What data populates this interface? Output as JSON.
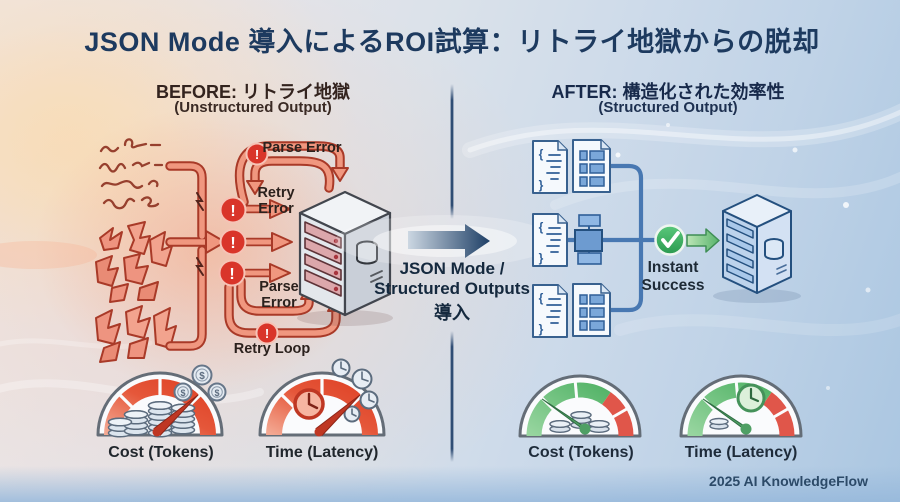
{
  "title": "JSON Mode 導入によるROI試算：リトライ地獄からの脱却",
  "before": {
    "heading": "BEFORE: リトライ地獄",
    "subheading": "(Unstructured Output)",
    "error_labels": {
      "parse_error_top": "Parse Error",
      "retry_error": "Retry Error",
      "parse_error_bottom": "Parse Error",
      "retry_loop": "Retry Loop"
    },
    "gauges": [
      {
        "name": "cost",
        "label": "Cost (Tokens)",
        "reading": "high"
      },
      {
        "name": "time",
        "label": "Time (Latency)",
        "reading": "high"
      }
    ]
  },
  "transition": {
    "line1": "JSON Mode /",
    "line2": "Structured Outputs",
    "line3": "導入"
  },
  "after": {
    "heading": "AFTER: 構造化された効率性",
    "subheading": "(Structured Output)",
    "success_label": "Instant Success",
    "gauges": [
      {
        "name": "cost",
        "label": "Cost (Tokens)",
        "reading": "low"
      },
      {
        "name": "time",
        "label": "Time (Latency)",
        "reading": "low"
      }
    ]
  },
  "glyphs": {
    "exclamation": "!",
    "dollar": "$",
    "brace_open": "{",
    "brace_close": "}"
  },
  "colors": {
    "title_navy": "#1d3a5f",
    "before_accent": "#c0392b",
    "salmon": "#ef977f",
    "badge_red": "#d9352a",
    "after_blue": "#4878b2",
    "success_green": "#3f9e5d",
    "gauge_red_band": "#e04327",
    "gauge_green_band": "#57b76c"
  },
  "footer": "2025 AI KnowledgeFlow"
}
